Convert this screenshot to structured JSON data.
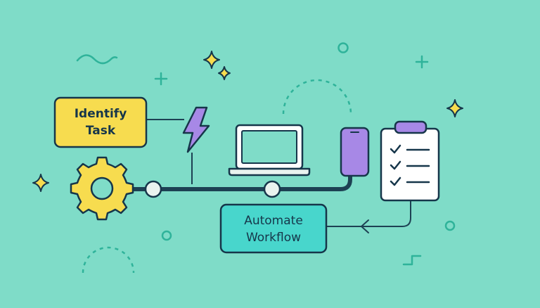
{
  "diagram": {
    "nodes": {
      "identify": {
        "line1": "Identify",
        "line2": "Task"
      },
      "automate": {
        "line1": "Automate",
        "line2": "Workflow"
      }
    },
    "icons": [
      "gear-icon",
      "lightning-bolt-icon",
      "laptop-icon",
      "smartphone-icon",
      "clipboard-checklist-icon",
      "sparkle-icon",
      "plus-icon",
      "circle-icon",
      "squiggle-icon",
      "arc-icon"
    ]
  },
  "colors": {
    "background": "#7fdcc8",
    "outline": "#16364a",
    "yellow": "#f7dc4f",
    "purple": "#a788e6",
    "teal": "#48d6cc",
    "white": "#ffffff",
    "line": "#1d4153",
    "accent_teal": "#2fb39a"
  }
}
